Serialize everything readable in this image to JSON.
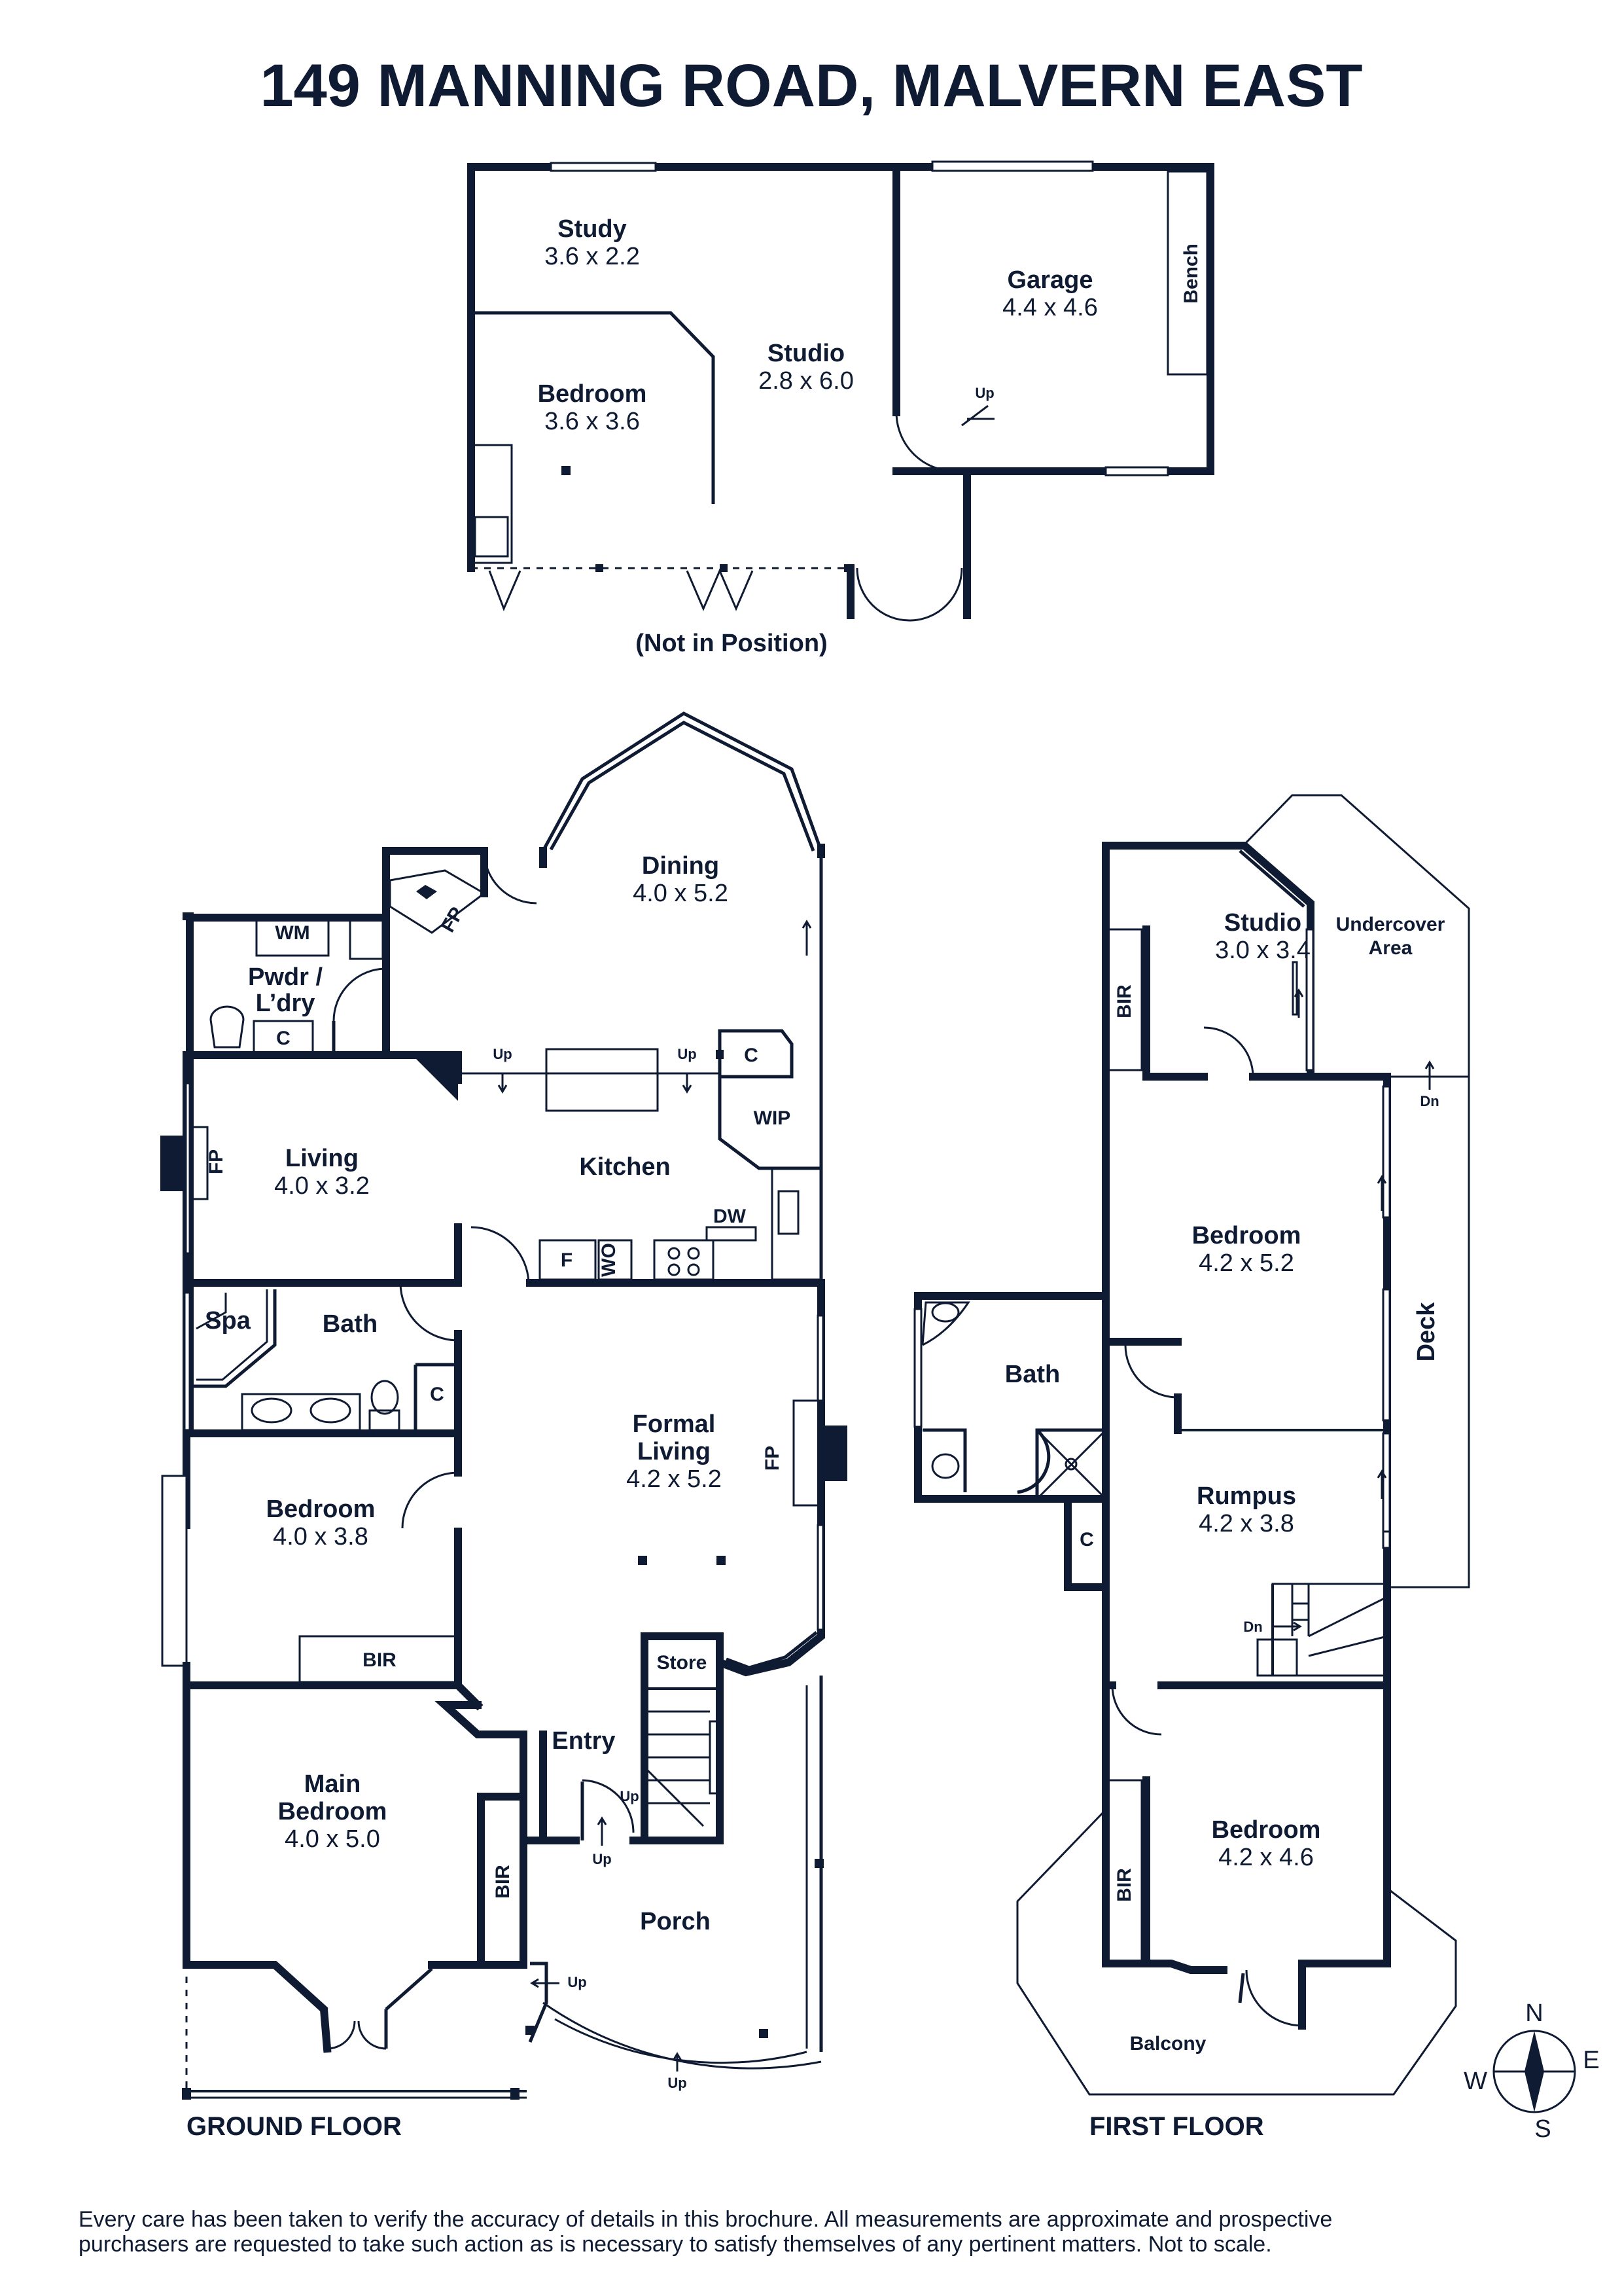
{
  "title": "149 MANNING ROAD, MALVERN EAST",
  "outbuilding": {
    "rooms": [
      {
        "name": "Study",
        "dims": "3.6 x 2.2"
      },
      {
        "name": "Studio",
        "dims": "2.8 x 6.0"
      },
      {
        "name": "Bedroom",
        "dims": "3.6 x 3.6"
      },
      {
        "name": "Garage",
        "dims": "4.4 x 4.6"
      }
    ],
    "labels": {
      "bench": "Bench",
      "up": "Up",
      "not_in_position": "(Not in Position)"
    }
  },
  "ground_floor": {
    "name": "GROUND FLOOR",
    "rooms": [
      {
        "name": "Dining",
        "dims": "4.0 x 5.2"
      },
      {
        "name": "Living",
        "dims": "4.0 x 3.2"
      },
      {
        "name": "Kitchen",
        "dims": ""
      },
      {
        "name": "Formal Living",
        "line1": "Formal",
        "line2": "Living",
        "dims": "4.2 x 5.2"
      },
      {
        "name": "Bedroom",
        "dims": "4.0 x 3.8"
      },
      {
        "name": "Main Bedroom",
        "line1": "Main",
        "line2": "Bedroom",
        "dims": "4.0 x 5.0"
      },
      {
        "name": "Bath",
        "dims": ""
      },
      {
        "name": "Entry",
        "dims": ""
      },
      {
        "name": "Porch",
        "dims": ""
      }
    ],
    "pwdr": {
      "line1": "Pwdr /",
      "line2": "L’dry"
    },
    "fixtures": {
      "wm": "WM",
      "c": "C",
      "fp": "FP",
      "wip": "WIP",
      "dw": "DW",
      "f": "F",
      "wo": "WO",
      "spa": "Spa",
      "bir": "BIR",
      "store": "Store",
      "up": "Up"
    }
  },
  "first_floor": {
    "name": "FIRST FLOOR",
    "rooms": [
      {
        "name": "Studio",
        "dims": "3.0 x 3.4"
      },
      {
        "name": "Bedroom",
        "dims": "4.2 x 5.2"
      },
      {
        "name": "Rumpus",
        "dims": "4.2 x 3.8"
      },
      {
        "name": "Bedroom",
        "dims": "4.2 x 4.6"
      },
      {
        "name": "Bath",
        "dims": ""
      }
    ],
    "undercover": {
      "line1": "Undercover",
      "line2": "Area"
    },
    "fixtures": {
      "bir": "BIR",
      "dn": "Dn",
      "deck": "Deck",
      "c": "C",
      "balcony": "Balcony"
    }
  },
  "compass": {
    "n": "N",
    "e": "E",
    "s": "S",
    "w": "W"
  },
  "disclaimer": {
    "line1": "Every care has been taken to verify the accuracy of details in this brochure. All measurements are approximate and prospective",
    "line2": "purchasers are requested to take such action as is necessary to satisfy themselves of any pertinent matters. Not to scale."
  }
}
